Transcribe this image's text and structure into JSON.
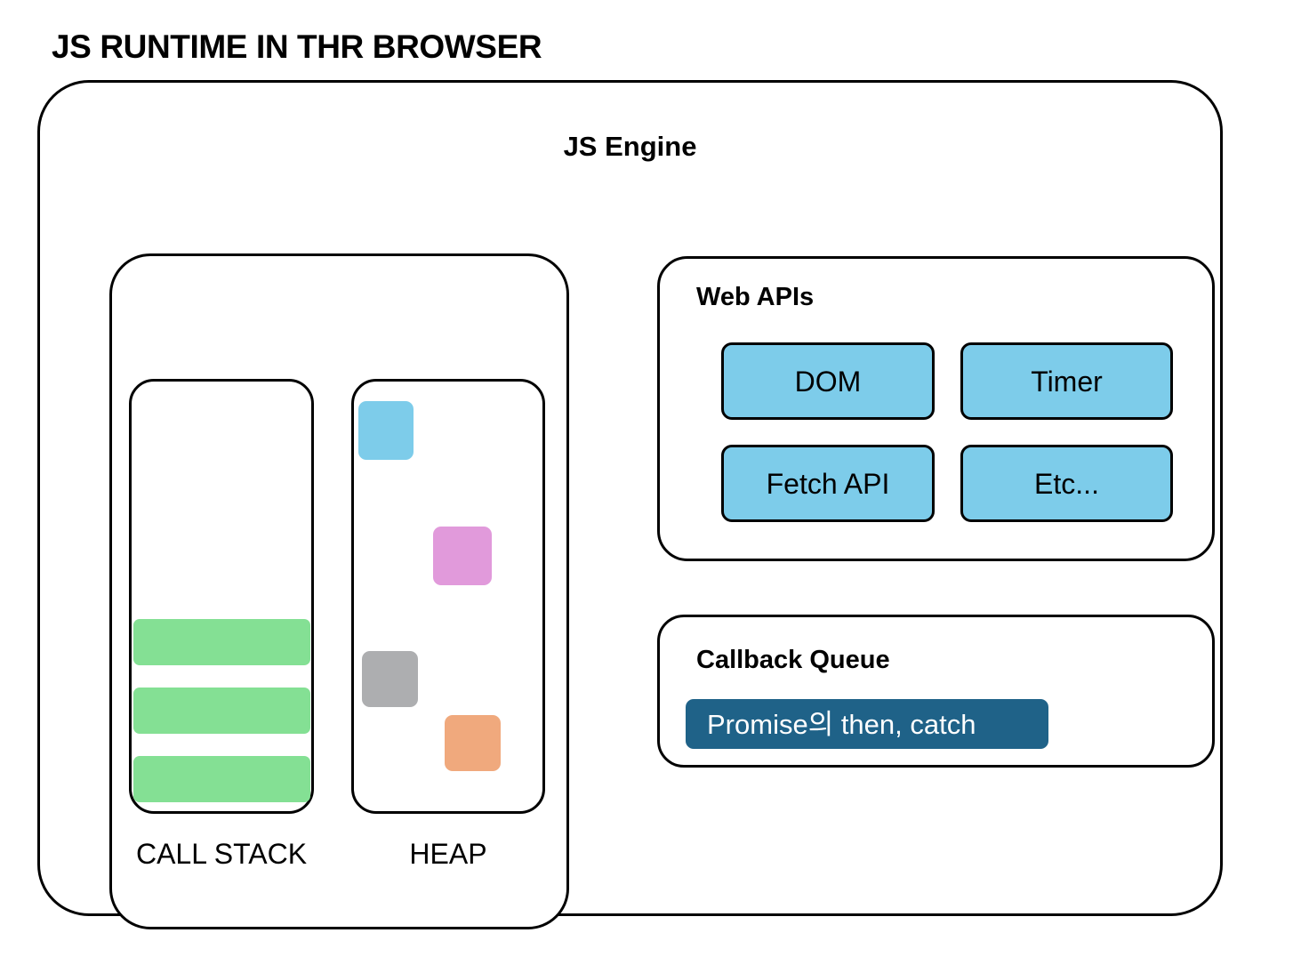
{
  "title": "JS RUNTIME IN THR BROWSER",
  "colors": {
    "outline": "#000000",
    "page_bg": "#ffffff",
    "api_chip_fill": "#7DCCEA",
    "stack_frame_fill": "#84E094",
    "heap_blue": "#7DCCEA",
    "heap_pink": "#E19ADB",
    "heap_gray": "#ADAEB0",
    "heap_orange": "#F0A97D",
    "queue_item_fill": "#1F6288",
    "queue_item_text": "#ffffff"
  },
  "js_engine": {
    "title": "JS Engine",
    "call_stack": {
      "label": "CALL STACK",
      "frames": [
        {
          "name": "stack-frame-bottom-3",
          "color": "#84E094"
        },
        {
          "name": "stack-frame-bottom-2",
          "color": "#84E094"
        },
        {
          "name": "stack-frame-bottom-1",
          "color": "#84E094"
        }
      ]
    },
    "heap": {
      "label": "HEAP",
      "objects": [
        {
          "name": "heap-object-blue",
          "color": "#7DCCEA"
        },
        {
          "name": "heap-object-pink",
          "color": "#E19ADB"
        },
        {
          "name": "heap-object-gray",
          "color": "#ADAEB0"
        },
        {
          "name": "heap-object-orange",
          "color": "#F0A97D"
        }
      ]
    }
  },
  "web_apis": {
    "title": "Web APIs",
    "chips": [
      {
        "label": "DOM",
        "color": "#7DCCEA"
      },
      {
        "label": "Timer",
        "color": "#7DCCEA"
      },
      {
        "label": "Fetch API",
        "color": "#7DCCEA"
      },
      {
        "label": "Etc...",
        "color": "#7DCCEA"
      }
    ]
  },
  "callback_queue": {
    "title": "Callback Queue",
    "items": [
      {
        "label": "Promise의 then, catch",
        "color": "#1F6288",
        "text_color": "#ffffff"
      }
    ]
  }
}
